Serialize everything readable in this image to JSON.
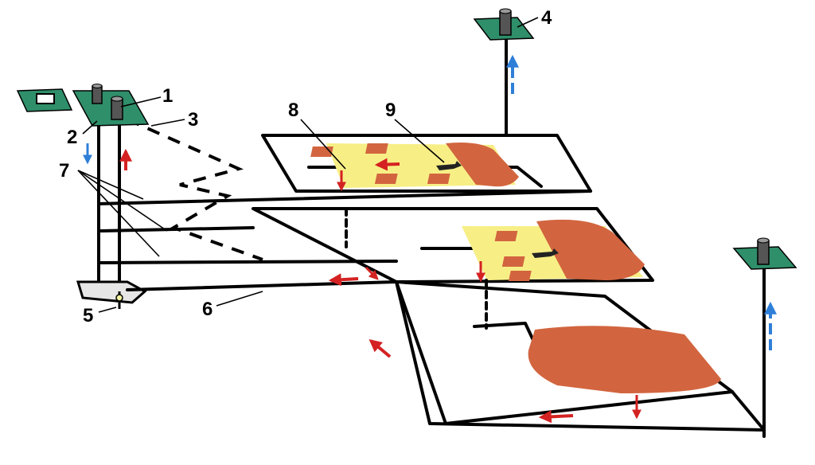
{
  "labels": {
    "n1": "1",
    "n2": "2",
    "n3": "3",
    "n4": "4",
    "n5": "5",
    "n6": "6",
    "n7": "7",
    "n8": "8",
    "n9": "9"
  },
  "colors": {
    "outline": "#000000",
    "plate": "#2f8f6a",
    "fresh_air_arrow": "#2f7fd8",
    "exhaust_arrow": "#d42222",
    "zone_yellow": "#f7ef86",
    "zone_orange": "#d2653f"
  },
  "icons": {
    "fresh_air": "blue-arrow-icon",
    "exhaust": "red-arrow-icon",
    "fan": "fan-icon"
  }
}
